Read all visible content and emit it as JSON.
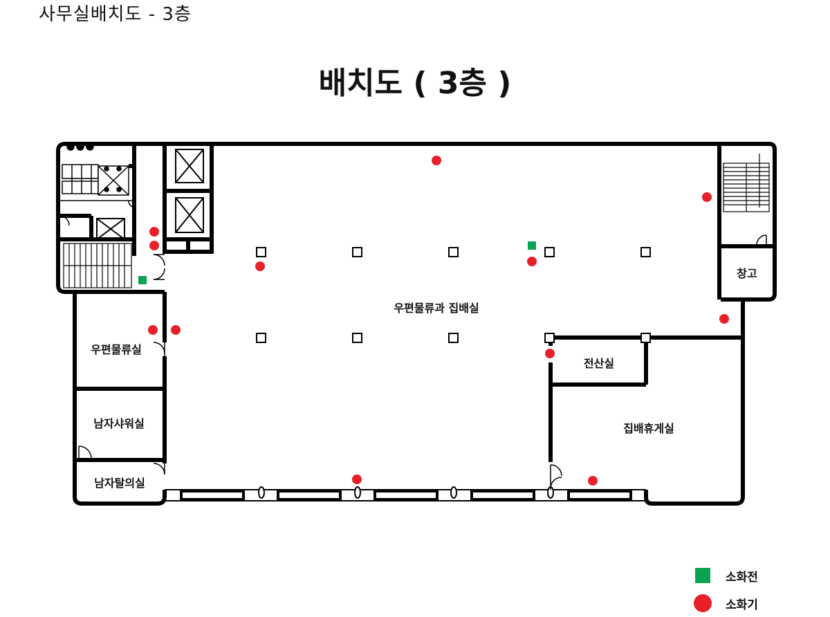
{
  "header": {
    "text": "사무실배치도 - 3층"
  },
  "title": "배치도 ( 3층 )",
  "rooms": {
    "main_hall": "우편물류과 집배실",
    "storage": "창고",
    "server_room": "전산실",
    "lounge": "집배휴게실",
    "mail_room": "우편물류실",
    "shower": "남자샤워실",
    "locker": "남자탈의실"
  },
  "legend": {
    "hydrant": {
      "label": "소화전",
      "color": "#0aa352"
    },
    "extinguisher": {
      "label": "소화기",
      "color": "#e8202a"
    }
  }
}
